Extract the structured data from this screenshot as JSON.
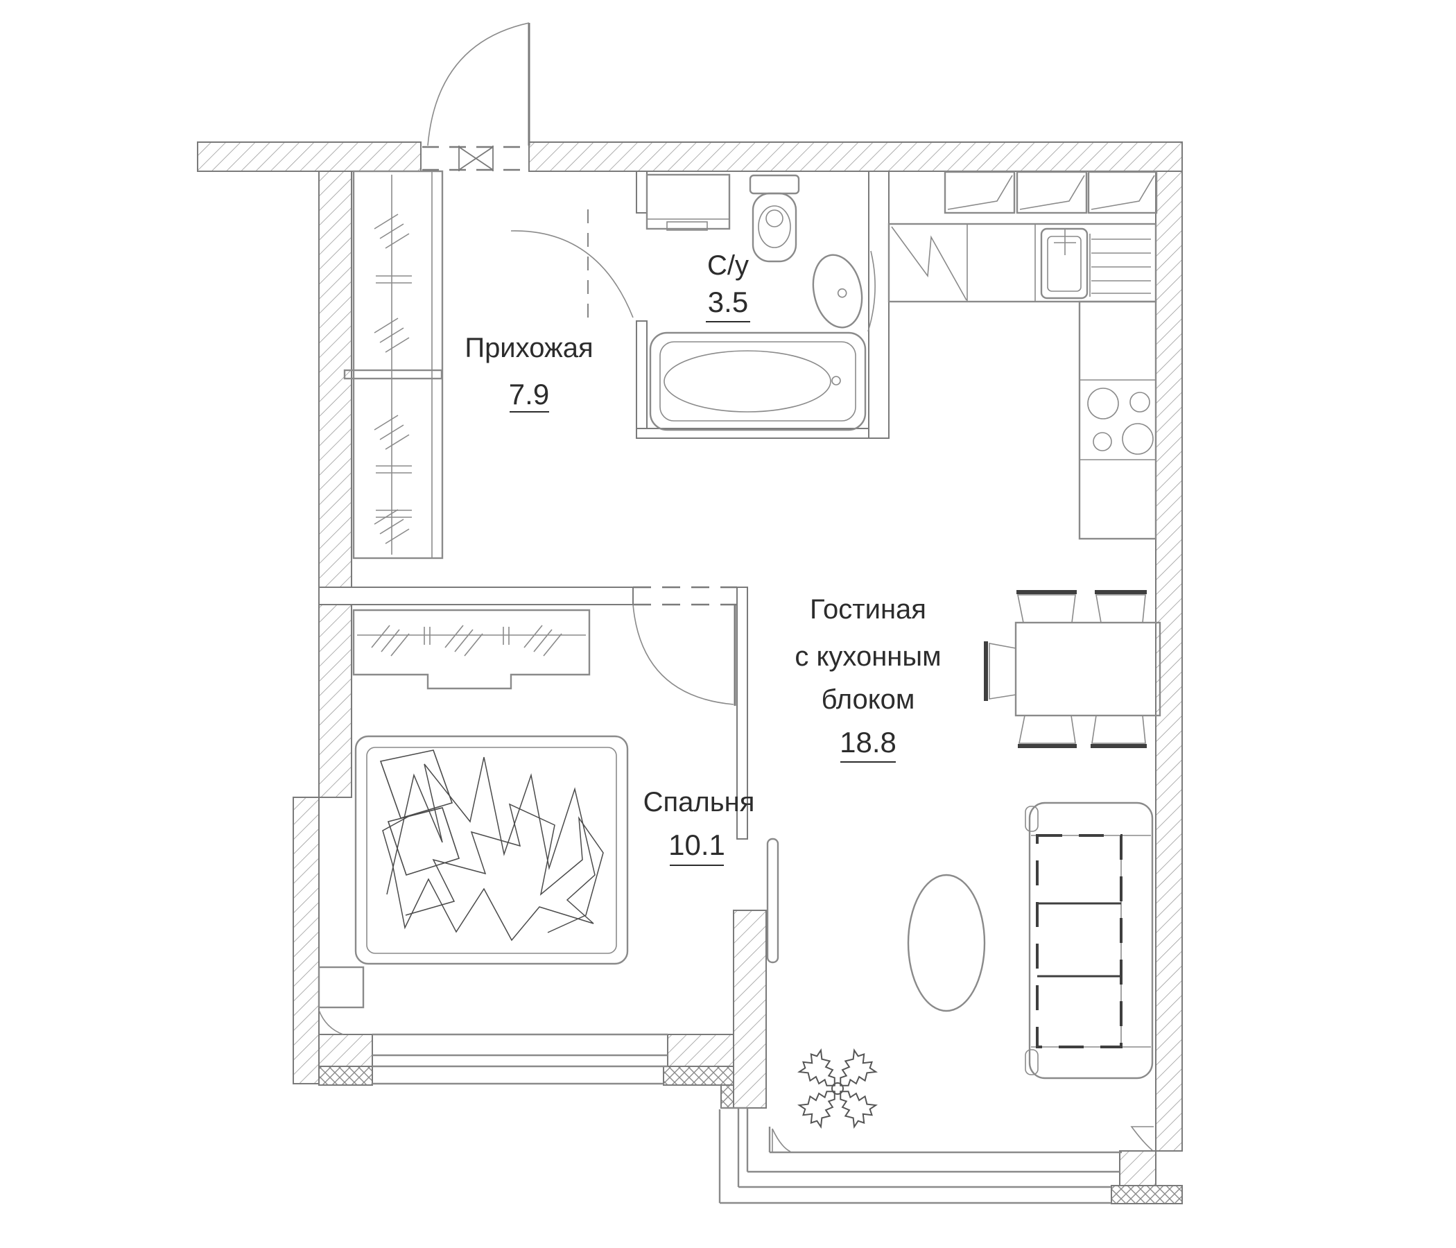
{
  "page": {
    "background": "#ffffff",
    "type": "apartment-floor-plan"
  },
  "colors": {
    "wall_line": "#7a7a7a",
    "furniture_line": "#8a8a8a",
    "accent_dark": "#3f3f3f",
    "text": "#2c2c2c",
    "background": "#ffffff"
  },
  "labels": {
    "hallway": {
      "name": "Прихожая",
      "area": "7.9"
    },
    "bathroom": {
      "name": "С/у",
      "area": "3.5"
    },
    "living": {
      "line1": "Гостиная",
      "line2": "с кухонным",
      "line3": "блоком",
      "area": "18.8"
    },
    "bedroom": {
      "name": "Спальня",
      "area": "10.1"
    }
  },
  "fixtures": [
    "entrance-door",
    "hallway-wardrobe",
    "bathroom-door",
    "washing-machine",
    "toilet",
    "bathroom-sink",
    "bathtub",
    "fridge",
    "upper-cabinets",
    "kitchen-counter",
    "kitchen-sink",
    "drying-rack",
    "stove",
    "dining-table",
    "dining-chairs",
    "armchair",
    "sofa",
    "coffee-table",
    "plant",
    "bedroom-door",
    "bedroom-wardrobe",
    "bed",
    "nightstand",
    "balcony-window",
    "interior-door-leaf"
  ]
}
